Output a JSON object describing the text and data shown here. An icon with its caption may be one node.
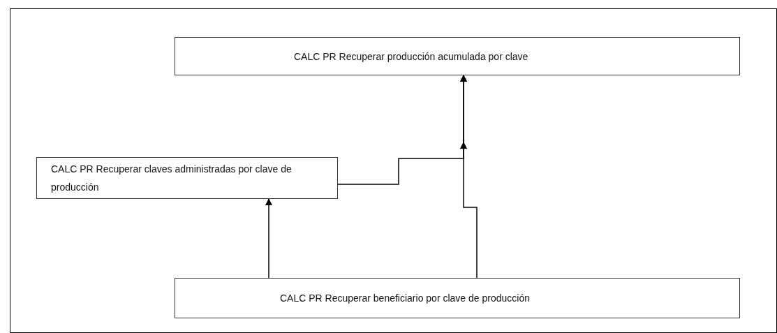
{
  "diagram": {
    "nodes": [
      {
        "text": [
          "CALC PR Recuperar producción acumulada por clave"
        ]
      },
      {
        "text": [
          "CALC PR Recuperar claves administradas por clave de producción"
        ]
      },
      {
        "text": [
          "CALC PR Recuperar beneficiario por clave de producción"
        ]
      }
    ],
    "edges": [
      {
        "from": 2,
        "to": 0,
        "arrow": "to"
      },
      {
        "from": 1,
        "to": 0,
        "arrow": "to"
      },
      {
        "from": 2,
        "to": 1,
        "arrow": "to"
      }
    ]
  }
}
